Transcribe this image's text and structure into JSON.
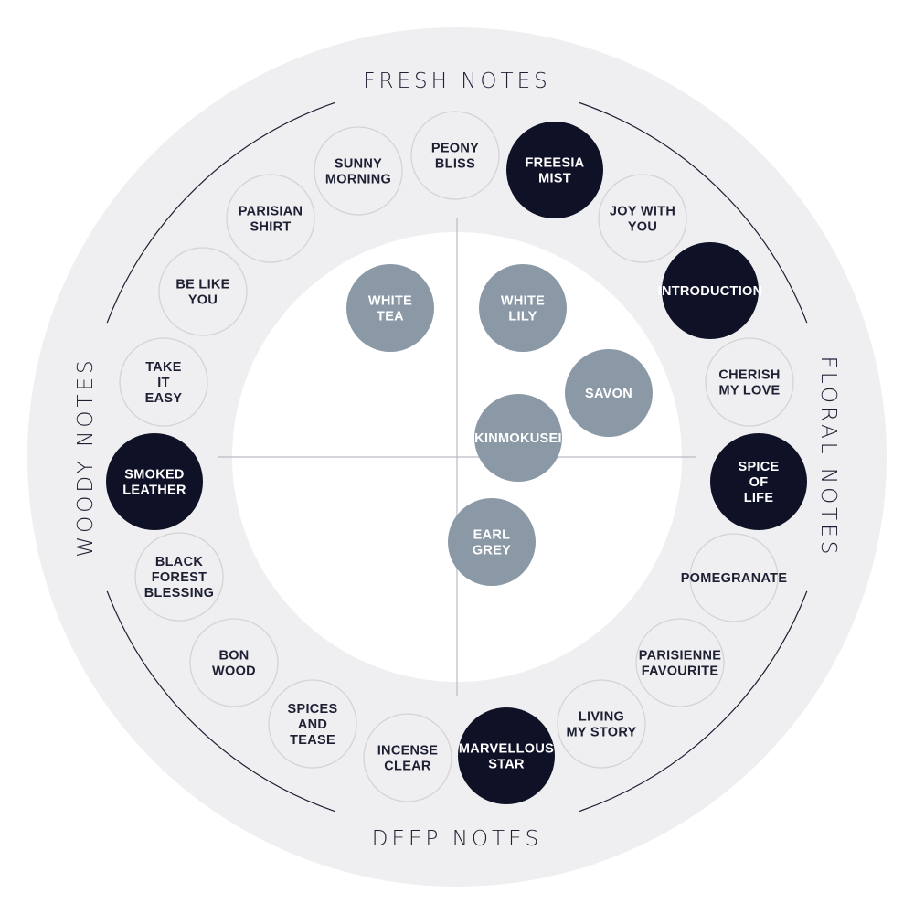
{
  "colors": {
    "outer_ring": "#efeff1",
    "inner_disc": "#ffffff",
    "outline_circle_fill": "#efeff1",
    "outline_circle_stroke": "#d3d3d8",
    "dark": "#0f1127",
    "grey": "#8b99a7",
    "divider": "#1d1f33",
    "axis": "#b9bcc4"
  },
  "categories": {
    "top": "FRESH NOTES",
    "right": "FLORAL NOTES",
    "bottom": "DEEP NOTES",
    "left": "WOODY NOTES"
  },
  "ring_scents": [
    {
      "lines": [
        "PEONY",
        "BLISS"
      ],
      "style": "outline"
    },
    {
      "lines": [
        "FREESIA",
        "MIST"
      ],
      "style": "dark"
    },
    {
      "lines": [
        "JOY WITH",
        "YOU"
      ],
      "style": "outline"
    },
    {
      "lines": [
        "INTRODUCTION"
      ],
      "style": "dark"
    },
    {
      "lines": [
        "CHERISH",
        "MY LOVE"
      ],
      "style": "outline"
    },
    {
      "lines": [
        "SPICE",
        "OF",
        "LIFE"
      ],
      "style": "dark"
    },
    {
      "lines": [
        "POMEGRANATE"
      ],
      "style": "outline"
    },
    {
      "lines": [
        "PARISIENNE",
        "FAVOURITE"
      ],
      "style": "outline"
    },
    {
      "lines": [
        "LIVING",
        "MY STORY"
      ],
      "style": "outline"
    },
    {
      "lines": [
        "MARVELLOUS",
        "STAR"
      ],
      "style": "dark"
    },
    {
      "lines": [
        "INCENSE",
        "CLEAR"
      ],
      "style": "outline"
    },
    {
      "lines": [
        "SPICES",
        "AND",
        "TEASE"
      ],
      "style": "outline"
    },
    {
      "lines": [
        "BON",
        "WOOD"
      ],
      "style": "outline"
    },
    {
      "lines": [
        "BLACK",
        "FOREST",
        "BLESSING"
      ],
      "style": "outline"
    },
    {
      "lines": [
        "SMOKED",
        "LEATHER"
      ],
      "style": "dark"
    },
    {
      "lines": [
        "TAKE",
        "IT",
        "EASY"
      ],
      "style": "outline"
    },
    {
      "lines": [
        "BE LIKE",
        "YOU"
      ],
      "style": "outline"
    },
    {
      "lines": [
        "PARISIAN",
        "SHIRT"
      ],
      "style": "outline"
    },
    {
      "lines": [
        "SUNNY",
        "MORNING"
      ],
      "style": "outline"
    }
  ],
  "inner_scents": [
    {
      "lines": [
        "WHITE",
        "TEA"
      ]
    },
    {
      "lines": [
        "WHITE",
        "LILY"
      ]
    },
    {
      "lines": [
        "SAVON"
      ]
    },
    {
      "lines": [
        "KINMOKUSEI"
      ]
    },
    {
      "lines": [
        "EARL",
        "GREY"
      ]
    }
  ]
}
